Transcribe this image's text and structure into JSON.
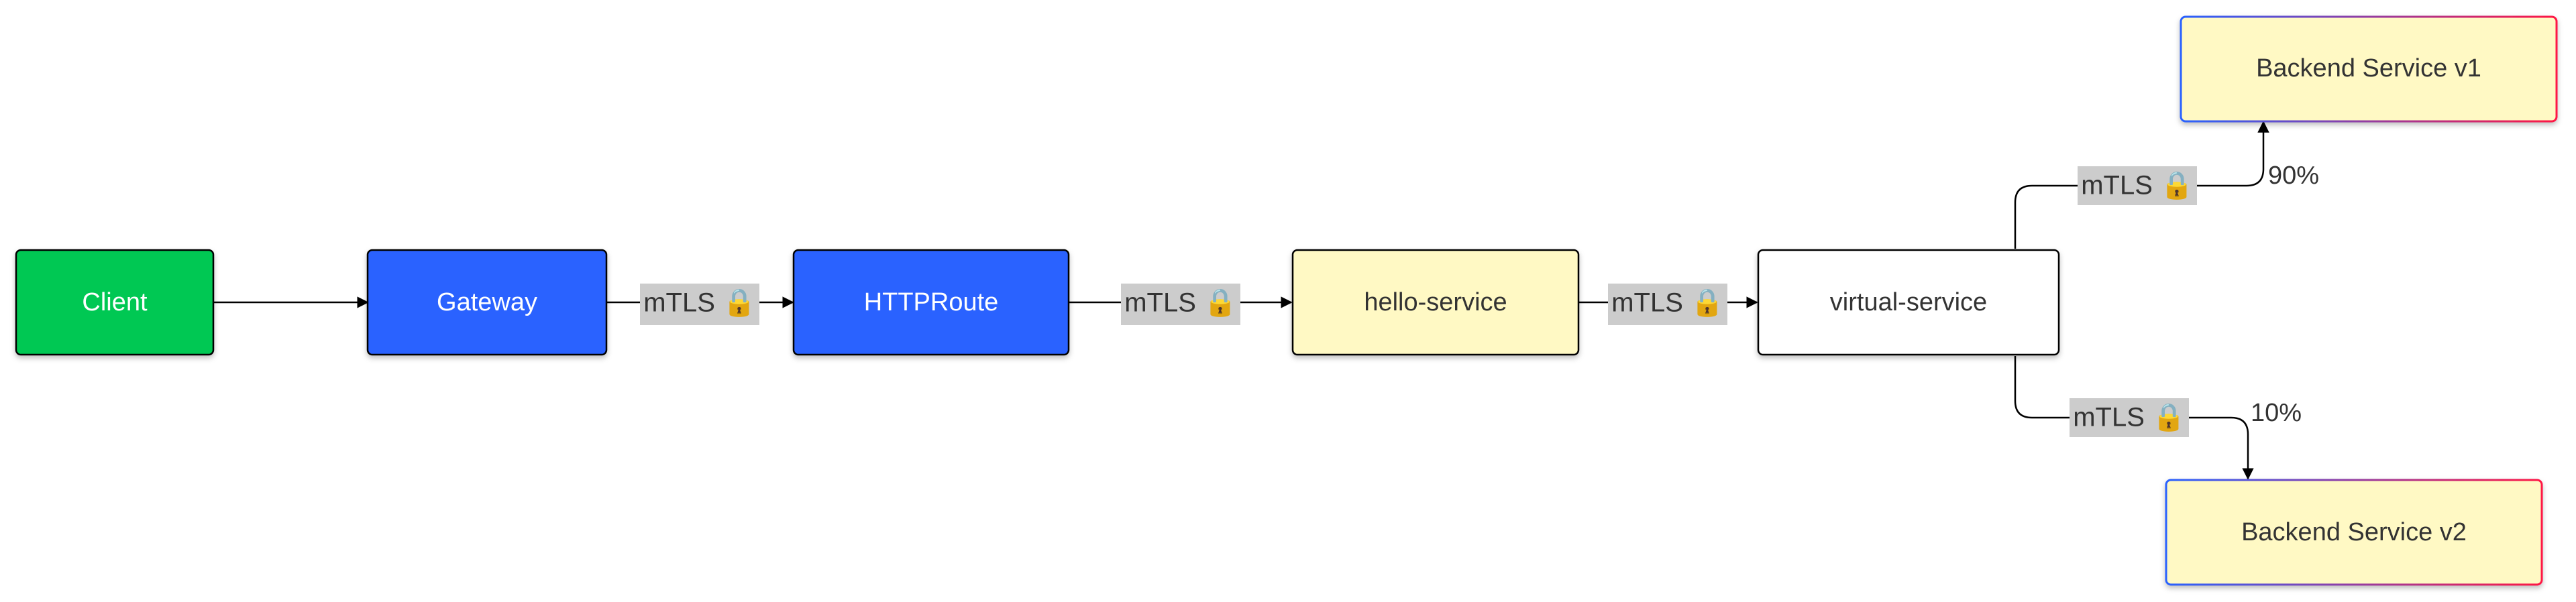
{
  "nodes": {
    "client": {
      "label": "Client",
      "fill": "#00c853",
      "text": "#ffffff"
    },
    "gateway": {
      "label": "Gateway",
      "fill": "#2962ff",
      "text": "#ffffff"
    },
    "httproute": {
      "label": "HTTPRoute",
      "fill": "#2962ff",
      "text": "#ffffff"
    },
    "hello_service": {
      "label": "hello-service",
      "fill": "#fff9c4",
      "text": "#333333"
    },
    "virtual_service": {
      "label": "virtual-service",
      "fill": "#ffffff",
      "text": "#333333"
    },
    "backend_v1": {
      "label": "Backend Service v1",
      "fill": "#fff9c4",
      "text": "#333333"
    },
    "backend_v2": {
      "label": "Backend Service v2",
      "fill": "#fff9c4",
      "text": "#333333"
    }
  },
  "edges": {
    "gateway_httproute": {
      "label": "mTLS 🔒"
    },
    "httproute_hello": {
      "label": "mTLS 🔒"
    },
    "hello_virtual": {
      "label": "mTLS 🔒"
    },
    "virtual_v1": {
      "label": "mTLS 🔒",
      "weight": "90%"
    },
    "virtual_v2": {
      "label": "mTLS 🔒",
      "weight": "10%"
    }
  },
  "colors": {
    "edge": "#000000",
    "label_bg": "#cccccc",
    "node_border": "#000000",
    "backend_border_start": "#2962ff",
    "backend_border_end": "#ff1744"
  }
}
